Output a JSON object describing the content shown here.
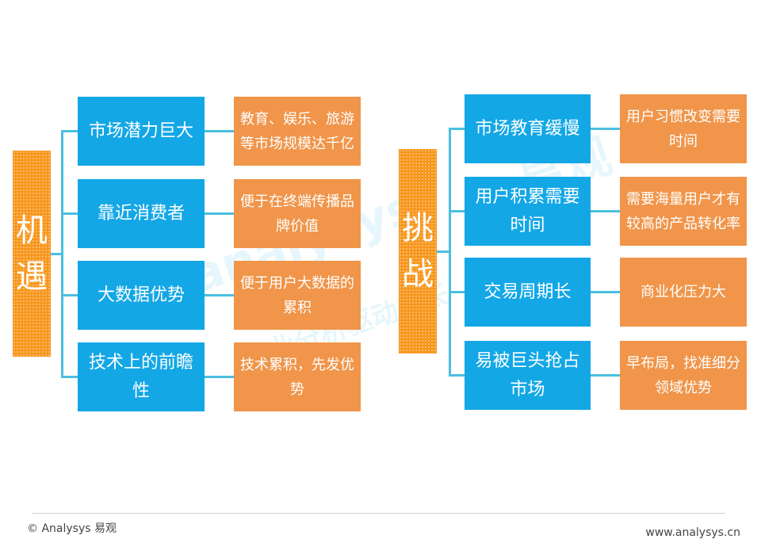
{
  "watermark": {
    "logo_text": "analysys",
    "cn_text": "易观",
    "sub_text": "专业分析驱动成长"
  },
  "opportunities": {
    "title": "机遇",
    "items": [
      {
        "label": "市场潜力巨大",
        "detail": "教育、娱乐、旅游等市场规模达千亿"
      },
      {
        "label": "靠近消费者",
        "detail": "便于在终端传播品牌价值"
      },
      {
        "label": "大数据优势",
        "detail": "便于用户大数据的累积"
      },
      {
        "label": "技术上的前瞻性",
        "detail": "技术累积，先发优势"
      }
    ]
  },
  "challenges": {
    "title": "挑战",
    "items": [
      {
        "label": "市场教育缓慢",
        "detail": "用户习惯改变需要时间"
      },
      {
        "label": "用户积累需要时间",
        "detail": "需要海量用户才有较高的产品转化率"
      },
      {
        "label": "交易周期长",
        "detail": "商业化压力大"
      },
      {
        "label": "易被巨头抢占市场",
        "detail": "早布局，找准细分领域优势"
      }
    ]
  },
  "footer": {
    "copyright": "© Analysys 易观",
    "website": "www.analysys.cn"
  },
  "colors": {
    "blue": "#13a7e6",
    "orange": "#f0954a",
    "side": "#f7961c",
    "connector": "#4bbfe0"
  }
}
